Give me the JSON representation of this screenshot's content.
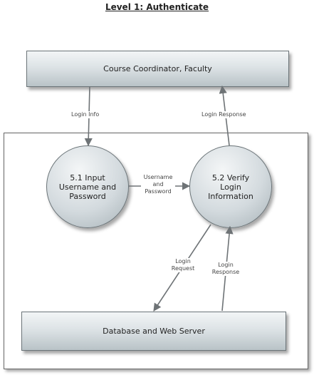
{
  "title": "Level 1: Authenticate",
  "entities": {
    "coordinator": "Course Coordinator, Faculty",
    "database": "Database and Web Server"
  },
  "processes": {
    "input": "5.1 Input\nUsername and\nPassword",
    "verify": "5.2 Verify\nLogin\nInformation"
  },
  "flows": {
    "login_info": "Login Info",
    "login_response_top": "Login Response",
    "username_password": "Username\nand\nPassword",
    "login_request": "Login\nRequest",
    "login_response_db": "Login\nResponse"
  },
  "colors": {
    "arrow": "#6e7376",
    "border": "#6b7478"
  }
}
